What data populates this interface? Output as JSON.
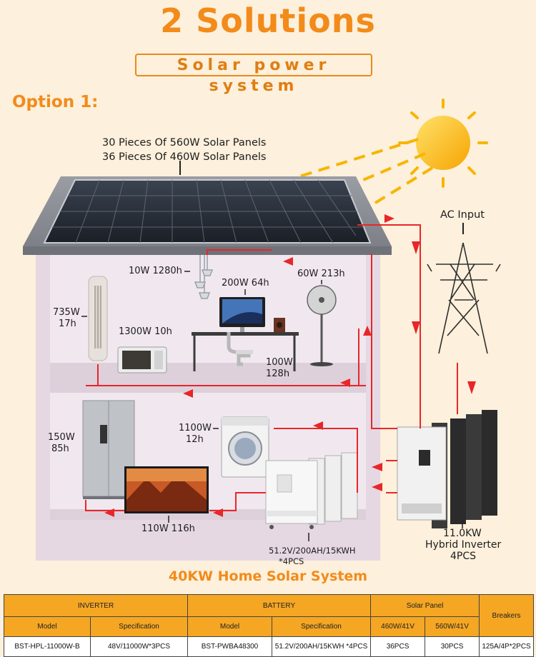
{
  "header": {
    "title": "2 Solutions",
    "subtitle": "Solar power system",
    "option": "Option 1:"
  },
  "diagram": {
    "panels_line1": "30 Pieces Of 560W Solar Panels",
    "panels_line2": "36 Pieces Of 460W Solar Panels",
    "ac_input": "AC Input",
    "lamp": "10W 1280h",
    "computer": "200W 64h",
    "fan": "60W 213h",
    "tower_fan_line1": "735W",
    "tower_fan_line2": "17h",
    "microwave": "1300W 10h",
    "speaker_line1": "100W",
    "speaker_line2": "128h",
    "fridge_line1": "150W",
    "fridge_line2": "85h",
    "washer_line1": "1100W",
    "washer_line2": "12h",
    "tv": "110W 116h",
    "battery_line1": "51.2V/200AH/15KWH",
    "battery_line2": "*4PCS",
    "inverter_line1": "11.0KW",
    "inverter_line2": "Hybrid Inverter",
    "inverter_line3": "4PCS",
    "system_title": "40KW Home Solar System"
  },
  "table": {
    "groups": {
      "inverter": "INVERTER",
      "battery": "BATTERY",
      "solar_panel": "Solar Panel",
      "breakers": "Breakers"
    },
    "columns": {
      "model_1": "Model",
      "spec_1": "Specification",
      "model_2": "Model",
      "spec_2": "Specification",
      "panel_460": "460W/41V",
      "panel_560": "560W/41V"
    },
    "row": {
      "inverter_model": "BST-HPL-11000W-B",
      "inverter_spec": "48V/11000W*3PCS",
      "battery_model": "BST-PWBA48300",
      "battery_spec": "51.2V/200AH/15KWH *4PCS",
      "panel_460_qty": "36PCS",
      "panel_560_qty": "30PCS",
      "breakers": "125A/4P*2PCS"
    }
  },
  "colors": {
    "accent": "#f28b1a",
    "table_header": "#f5a623",
    "wire": "#e8262a"
  }
}
